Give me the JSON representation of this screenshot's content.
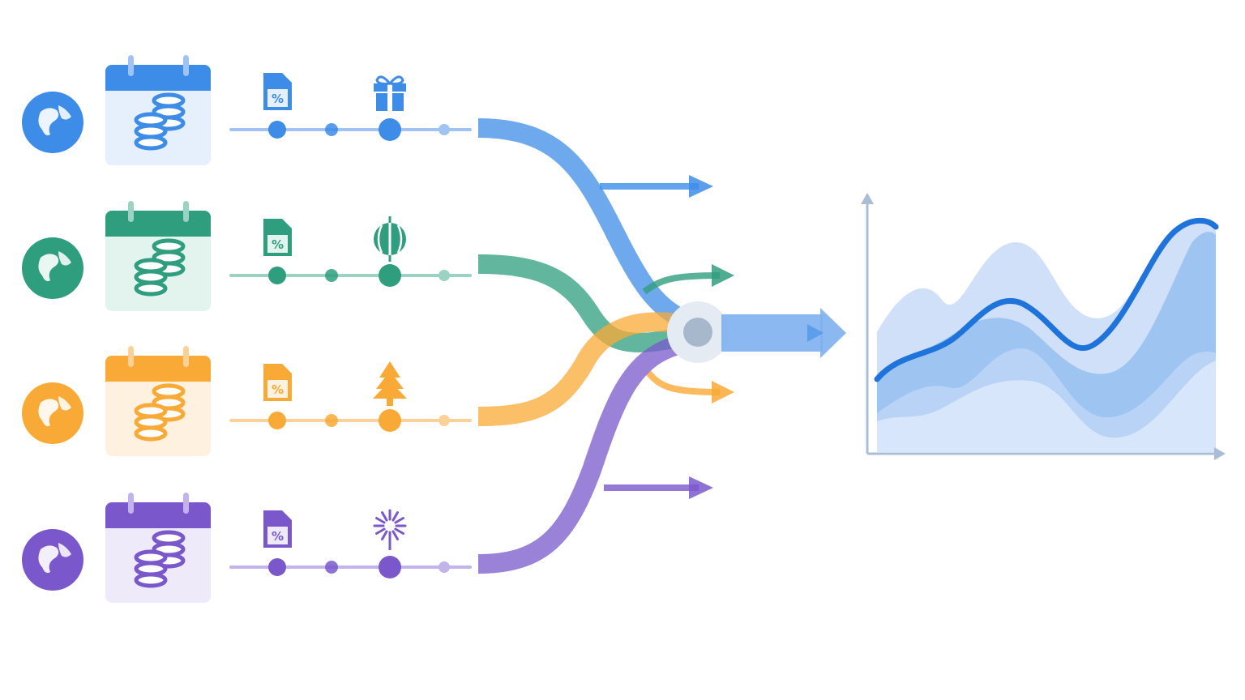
{
  "diagram": {
    "regions": [
      {
        "id": "americas",
        "color": "#3d8ce8",
        "light": "#e6effc",
        "mid": "#9fc3f2",
        "globe_icon": "globe-americas-icon",
        "promo_icon": "percent-document-icon",
        "event_icon": "gift-icon"
      },
      {
        "id": "asia-pacific",
        "color": "#2f9e7e",
        "light": "#e3f4ee",
        "mid": "#9ad3c1",
        "globe_icon": "globe-asia-icon",
        "promo_icon": "percent-document-icon",
        "event_icon": "lantern-icon"
      },
      {
        "id": "europe",
        "color": "#f9a935",
        "light": "#fef1df",
        "mid": "#fbd197",
        "globe_icon": "globe-europe-icon",
        "promo_icon": "percent-document-icon",
        "event_icon": "christmas-tree-icon"
      },
      {
        "id": "latin-america",
        "color": "#7a58cc",
        "light": "#eeeafa",
        "mid": "#c2b3ea",
        "globe_icon": "globe-south-america-icon",
        "promo_icon": "percent-document-icon",
        "event_icon": "firework-icon"
      }
    ],
    "hub_color": "#c9d6e6",
    "output_arrow_color": "#6ea6ec",
    "chart": {
      "axis_color": "#a9bdd6",
      "layer_colors": [
        "#cfe0f8",
        "#a9c9f2",
        "#8cb7ee"
      ],
      "line_color": "#1f74dc"
    }
  }
}
